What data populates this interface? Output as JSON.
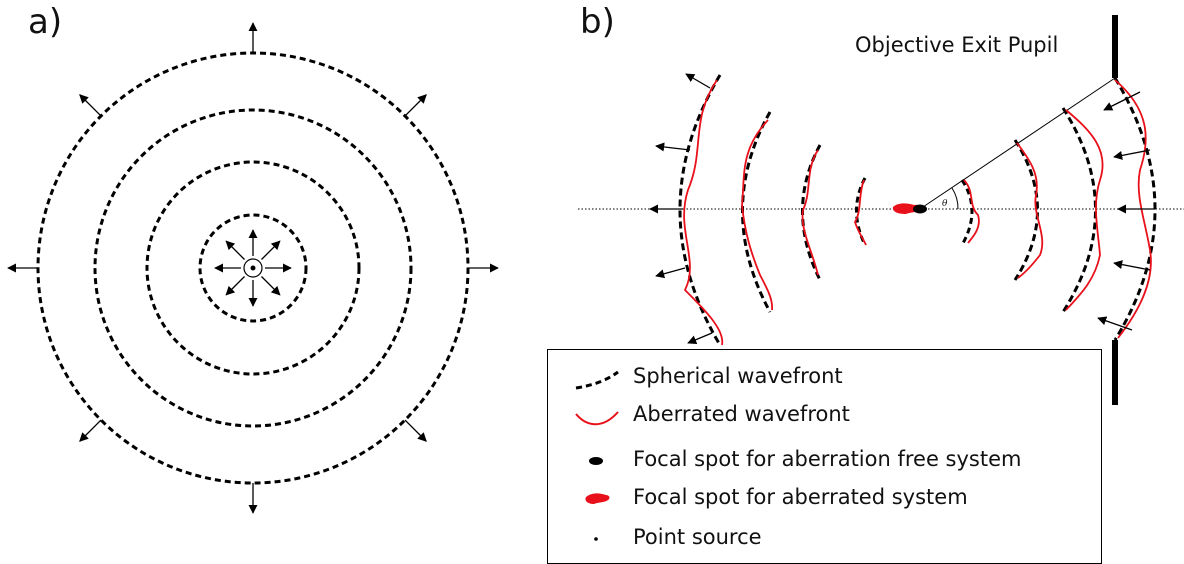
{
  "panels": {
    "a": {
      "label": "a)"
    },
    "b": {
      "label": "b)",
      "pupil_label": "Objective Exit Pupil",
      "angle_symbol": "θ"
    }
  },
  "legend": {
    "items": [
      {
        "key": "spherical",
        "label": "Spherical wavefront"
      },
      {
        "key": "aberrated",
        "label": "Aberrated wavefront"
      },
      {
        "key": "focal_free",
        "label": "Focal spot for aberration free system"
      },
      {
        "key": "focal_aberrated",
        "label": "Focal spot for aberrated system"
      },
      {
        "key": "point_source",
        "label": "Point source"
      }
    ]
  },
  "colors": {
    "wavefront": "#000000",
    "aberrated": "#e8101a",
    "axis": "#000000"
  }
}
